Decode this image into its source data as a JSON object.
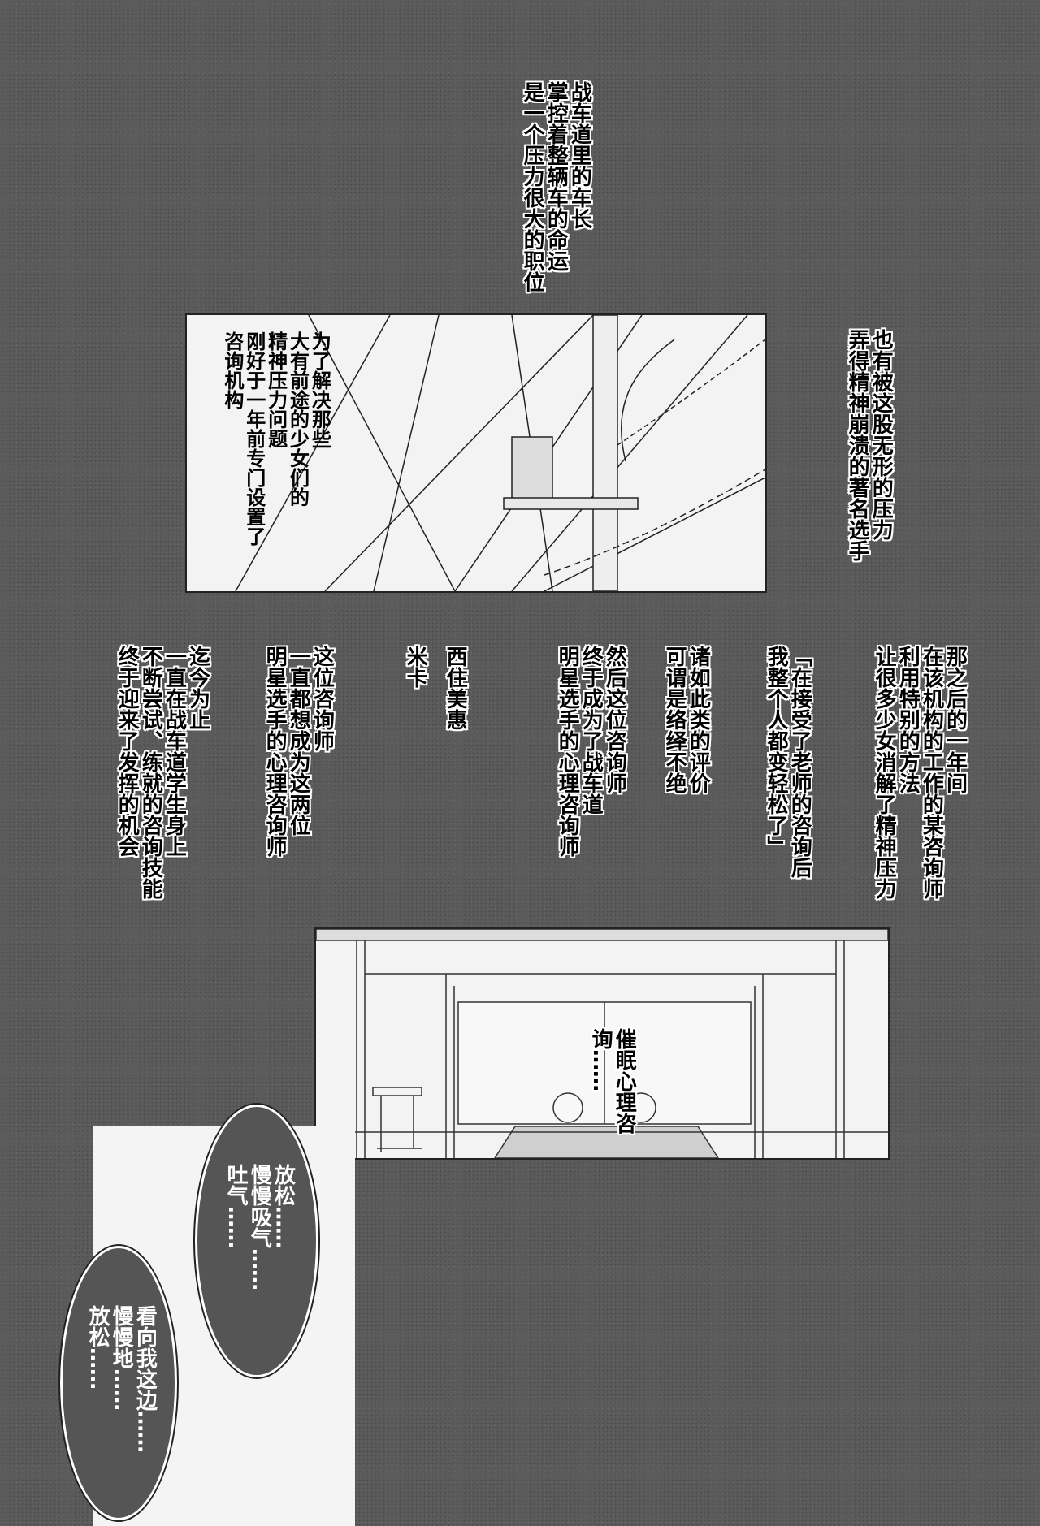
{
  "captions": {
    "top": [
      "战车道里的车长",
      "掌控着整辆车的命运",
      "是一个压力很大的职位"
    ],
    "panel1": [
      "为了解决那些",
      "大有前途的少女们的",
      "精神压力问题",
      "刚好于一年前专门设置了",
      "咨询机构"
    ],
    "right": [
      "也有被这股无形的压力",
      "弄得精神崩溃的著名选手"
    ],
    "row": [
      [
        "那之后的一年间",
        "在该机构的工作的某咨询师",
        "利用特别的方法",
        "让很多少女消解了精神压力"
      ],
      [
        "「在接受了老师的咨询后",
        "我整个人都变轻松了」"
      ],
      [
        "诸如此类的评价",
        "可谓是络绎不绝"
      ],
      [
        "然后这位咨询师",
        "终于成为了战车道",
        "明星选手的心理咨询师"
      ],
      [
        "西住美惠"
      ],
      [
        "米卡"
      ],
      [
        "这位咨询师",
        "一直都想成为这两位",
        "明星选手的心理咨询师"
      ],
      [
        "迄今为止",
        "一直在战车道学生身上",
        "不断尝试、练就的咨询技能",
        "终于迎来了发挥的机会"
      ]
    ],
    "door_sign": "催眠心理咨询……"
  },
  "bubbles": [
    [
      "放松……",
      "慢慢吸气……",
      "吐气……"
    ],
    [
      "看向我这边……",
      "慢慢地……",
      "放松……"
    ]
  ]
}
